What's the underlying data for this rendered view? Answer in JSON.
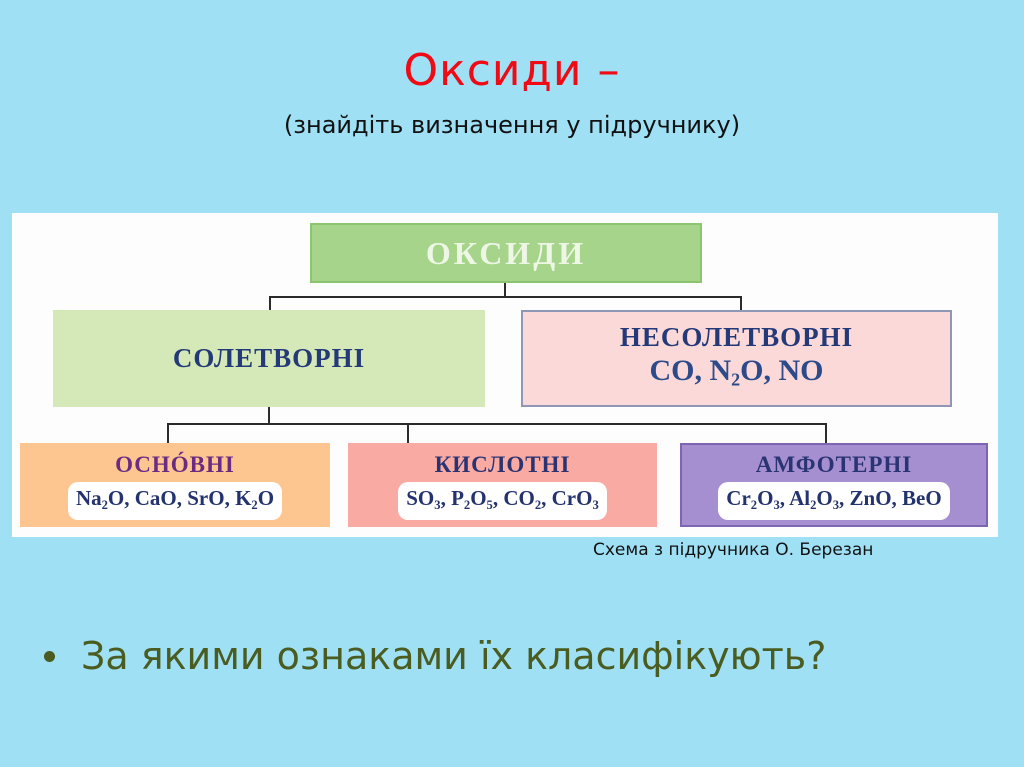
{
  "slide": {
    "title": "Оксиди –",
    "subtitle": "(знайдіть визначення у підручнику)",
    "caption": "Схема з підручника О. Березан",
    "bullet": "За якими ознаками їх класифікують?",
    "colors": {
      "background": "#9fe0f5",
      "title": "#f00a14",
      "bullet_text": "#4a5c1f"
    }
  },
  "diagram": {
    "root": {
      "label": "ОКСИДИ",
      "color": "#a6d48a"
    },
    "level1": [
      {
        "label": "СОЛЕТВОРНІ",
        "color": "#d5e8b8"
      },
      {
        "label": "НЕСОЛЕТВОРНІ",
        "examples": [
          "CO",
          "N2O",
          "NO"
        ],
        "color": "#fbd9d9"
      }
    ],
    "level2": [
      {
        "label": "ОСНÓВНІ",
        "examples": [
          "Na2O",
          "CaO",
          "SrO",
          "K2O"
        ],
        "color": "#fdc590"
      },
      {
        "label": "КИСЛОТНІ",
        "examples": [
          "SO3",
          "P2O5",
          "CO2",
          "CrO3"
        ],
        "color": "#f9aaa3"
      },
      {
        "label": "АМФОТЕРНІ",
        "examples": [
          "Cr2O3",
          "Al2O3",
          "ZnO",
          "BeO"
        ],
        "color": "#a68fd1"
      }
    ]
  }
}
